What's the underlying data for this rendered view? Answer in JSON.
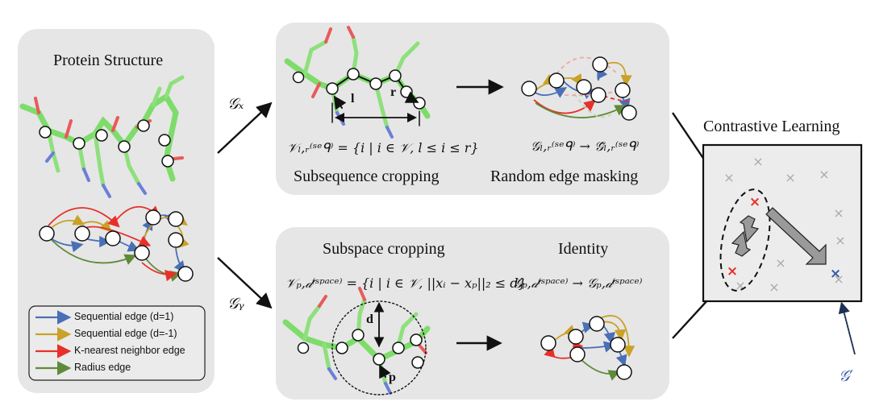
{
  "panels": {
    "protein": {
      "title": "Protein Structure"
    },
    "top": {
      "crop_label": "Subsequence cropping",
      "mask_label": "Random edge masking",
      "crop_formula": "𝒱ₗ,ᵣ⁽ˢᵉᑫ⁾ = {i | i ∈ 𝒱, l ≤ i ≤ r}",
      "mask_formula": "𝒢ₗ,ᵣ⁽ˢᵉᑫ⁾ → 𝒢̃ₗ,ᵣ⁽ˢᵉᑫ⁾",
      "l_label": "l",
      "r_label": "r"
    },
    "bottom": {
      "crop_label": "Subspace cropping",
      "identity_label": "Identity",
      "crop_formula": "𝒱ₚ,𝒹⁽ˢᵖᵃᶜᵉ⁾ = {i | i ∈ 𝒱, ||xᵢ − xₚ||₂ ≤ d}",
      "identity_formula": "𝒢ₚ,𝒹⁽ˢᵖᵃᶜᵉ⁾ → 𝒢ₚ,𝒹⁽ˢᵖᵃᶜᵉ⁾",
      "d_label": "d",
      "p_label": "p"
    },
    "contrastive": {
      "title": "Contrastive Learning",
      "g_prime": "𝒢′"
    }
  },
  "branches": {
    "gx": "𝒢ₓ",
    "gy": "𝒢ᵧ"
  },
  "legend": [
    {
      "label": "Sequential edge (d=1)",
      "color": "#4a6fb5"
    },
    {
      "label": "Sequential edge (d=-1)",
      "color": "#c9a227"
    },
    {
      "label": "K-nearest neighbor edge",
      "color": "#e8302a"
    },
    {
      "label": "Radius edge",
      "color": "#5f8a3a"
    }
  ]
}
